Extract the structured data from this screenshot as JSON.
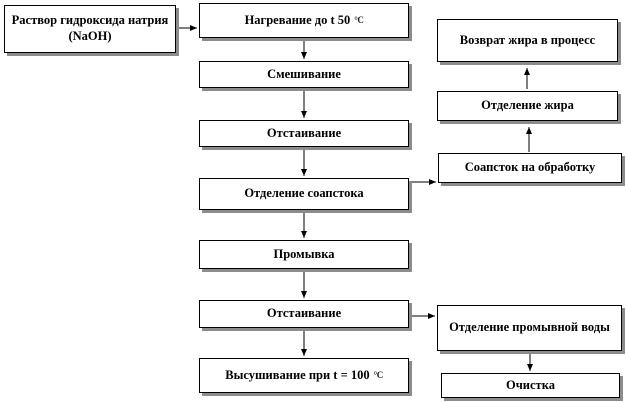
{
  "nodes": {
    "naoh": "Раствор гидроксида натрия (NaOH)",
    "heating_text": "Нагревание до t 50",
    "heating_unit": "°C",
    "mixing": "Смешивание",
    "settling_1": "Отстаивание",
    "soapstock_separation": "Отделение соапстока",
    "washing": "Промывка",
    "settling_2": "Отстаивание",
    "drying_text": "Высушивание при t = 100",
    "drying_unit": "°C",
    "soapstock_processing": "Соапсток на обработку",
    "fat_separation": "Отделение жира",
    "fat_return": "Возврат жира в процесс",
    "wash_water_separation": "Отделение промывной воды",
    "cleaning": "Очистка"
  }
}
